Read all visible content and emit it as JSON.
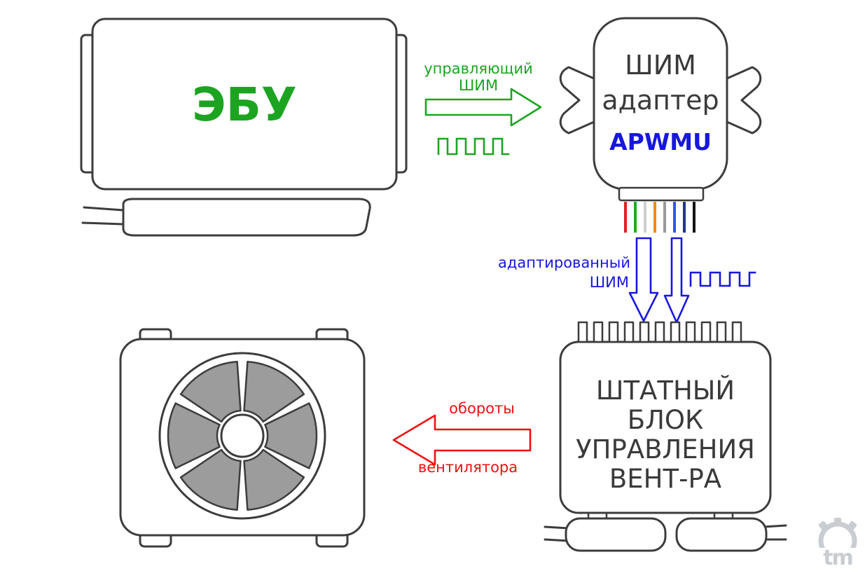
{
  "diagram": {
    "ecu": {
      "label": "ЭБУ"
    },
    "adapter": {
      "title_line1": "ШИМ",
      "title_line2": "адаптер",
      "model": "APWMU"
    },
    "signals": {
      "control_pwm": {
        "line1": "управляющий",
        "line2": "ШИМ"
      },
      "adapted_pwm": {
        "line1": "адаптированный",
        "line2": "ШИМ"
      },
      "fan_speed": {
        "line1": "обороты",
        "line2": "вентилятора"
      }
    },
    "stock_unit": {
      "line1": "ШТАТНЫЙ",
      "line2": "БЛОК",
      "line3": "УПРАВЛЕНИЯ",
      "line4": "ВЕНТ-РА"
    },
    "watermark": {
      "label": "tm"
    },
    "colors": {
      "green": "#1ca421",
      "blue": "#1717dd",
      "red": "#ee1111",
      "outline": "#3a3a3a",
      "fan_blade": "#9c9c9c",
      "watermark": "#c9cdd1",
      "wires": [
        "#dd2222",
        "#22aa22",
        "#cfcfcf",
        "#ee8822",
        "#9a9a9a",
        "#3355ee",
        "#223399",
        "#141414"
      ]
    }
  }
}
